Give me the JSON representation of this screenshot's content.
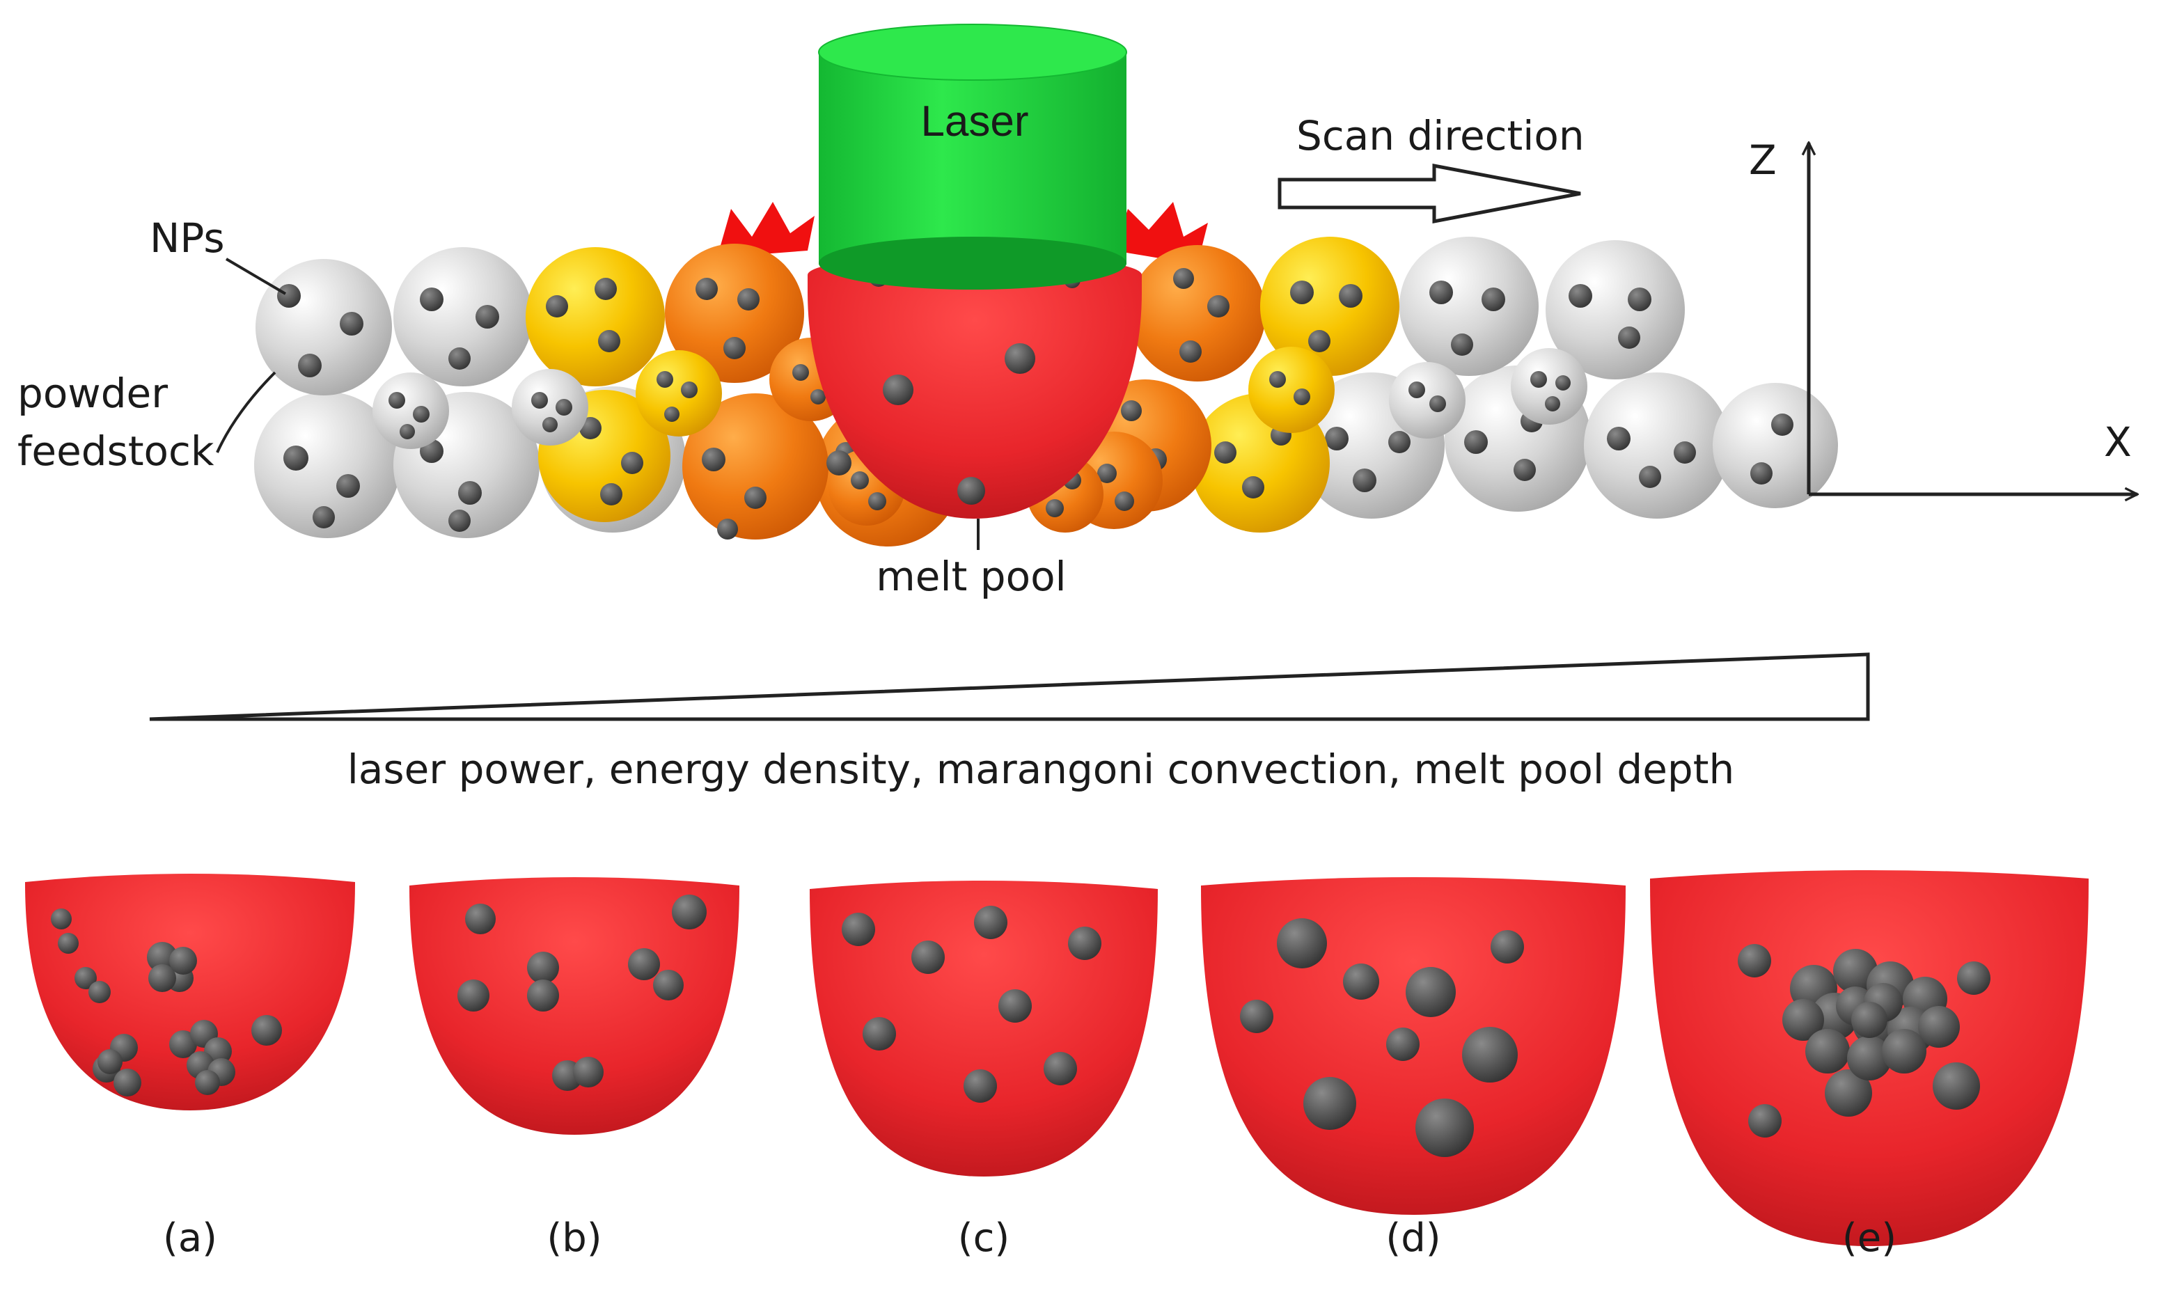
{
  "labels": {
    "laser": "Laser",
    "scan_direction": "Scan direction",
    "nps": "NPs",
    "powder_line1": "powder",
    "powder_line2": "feedstock",
    "melt_pool": "melt pool",
    "axis_z": "Z",
    "axis_x": "X",
    "gradient_caption": "laser power, energy density, marangoni convection, melt pool depth"
  },
  "pools": [
    {
      "label": "(a)",
      "distribution": "small clusters near walls and bottom"
    },
    {
      "label": "(b)",
      "distribution": "small clusters"
    },
    {
      "label": "(c)",
      "distribution": "uniform dispersion"
    },
    {
      "label": "(d)",
      "distribution": "uniform dispersion, larger particles"
    },
    {
      "label": "(e)",
      "distribution": "large central agglomerate"
    }
  ],
  "colors": {
    "melt_pool": "#e8252b",
    "nanoparticle": "#4d4d4d",
    "laser": "#19d23a",
    "powder_cold": "#d9d9d9",
    "powder_warm": "#f6c000",
    "powder_hot": "#f07a10",
    "spark": "#f01010"
  }
}
